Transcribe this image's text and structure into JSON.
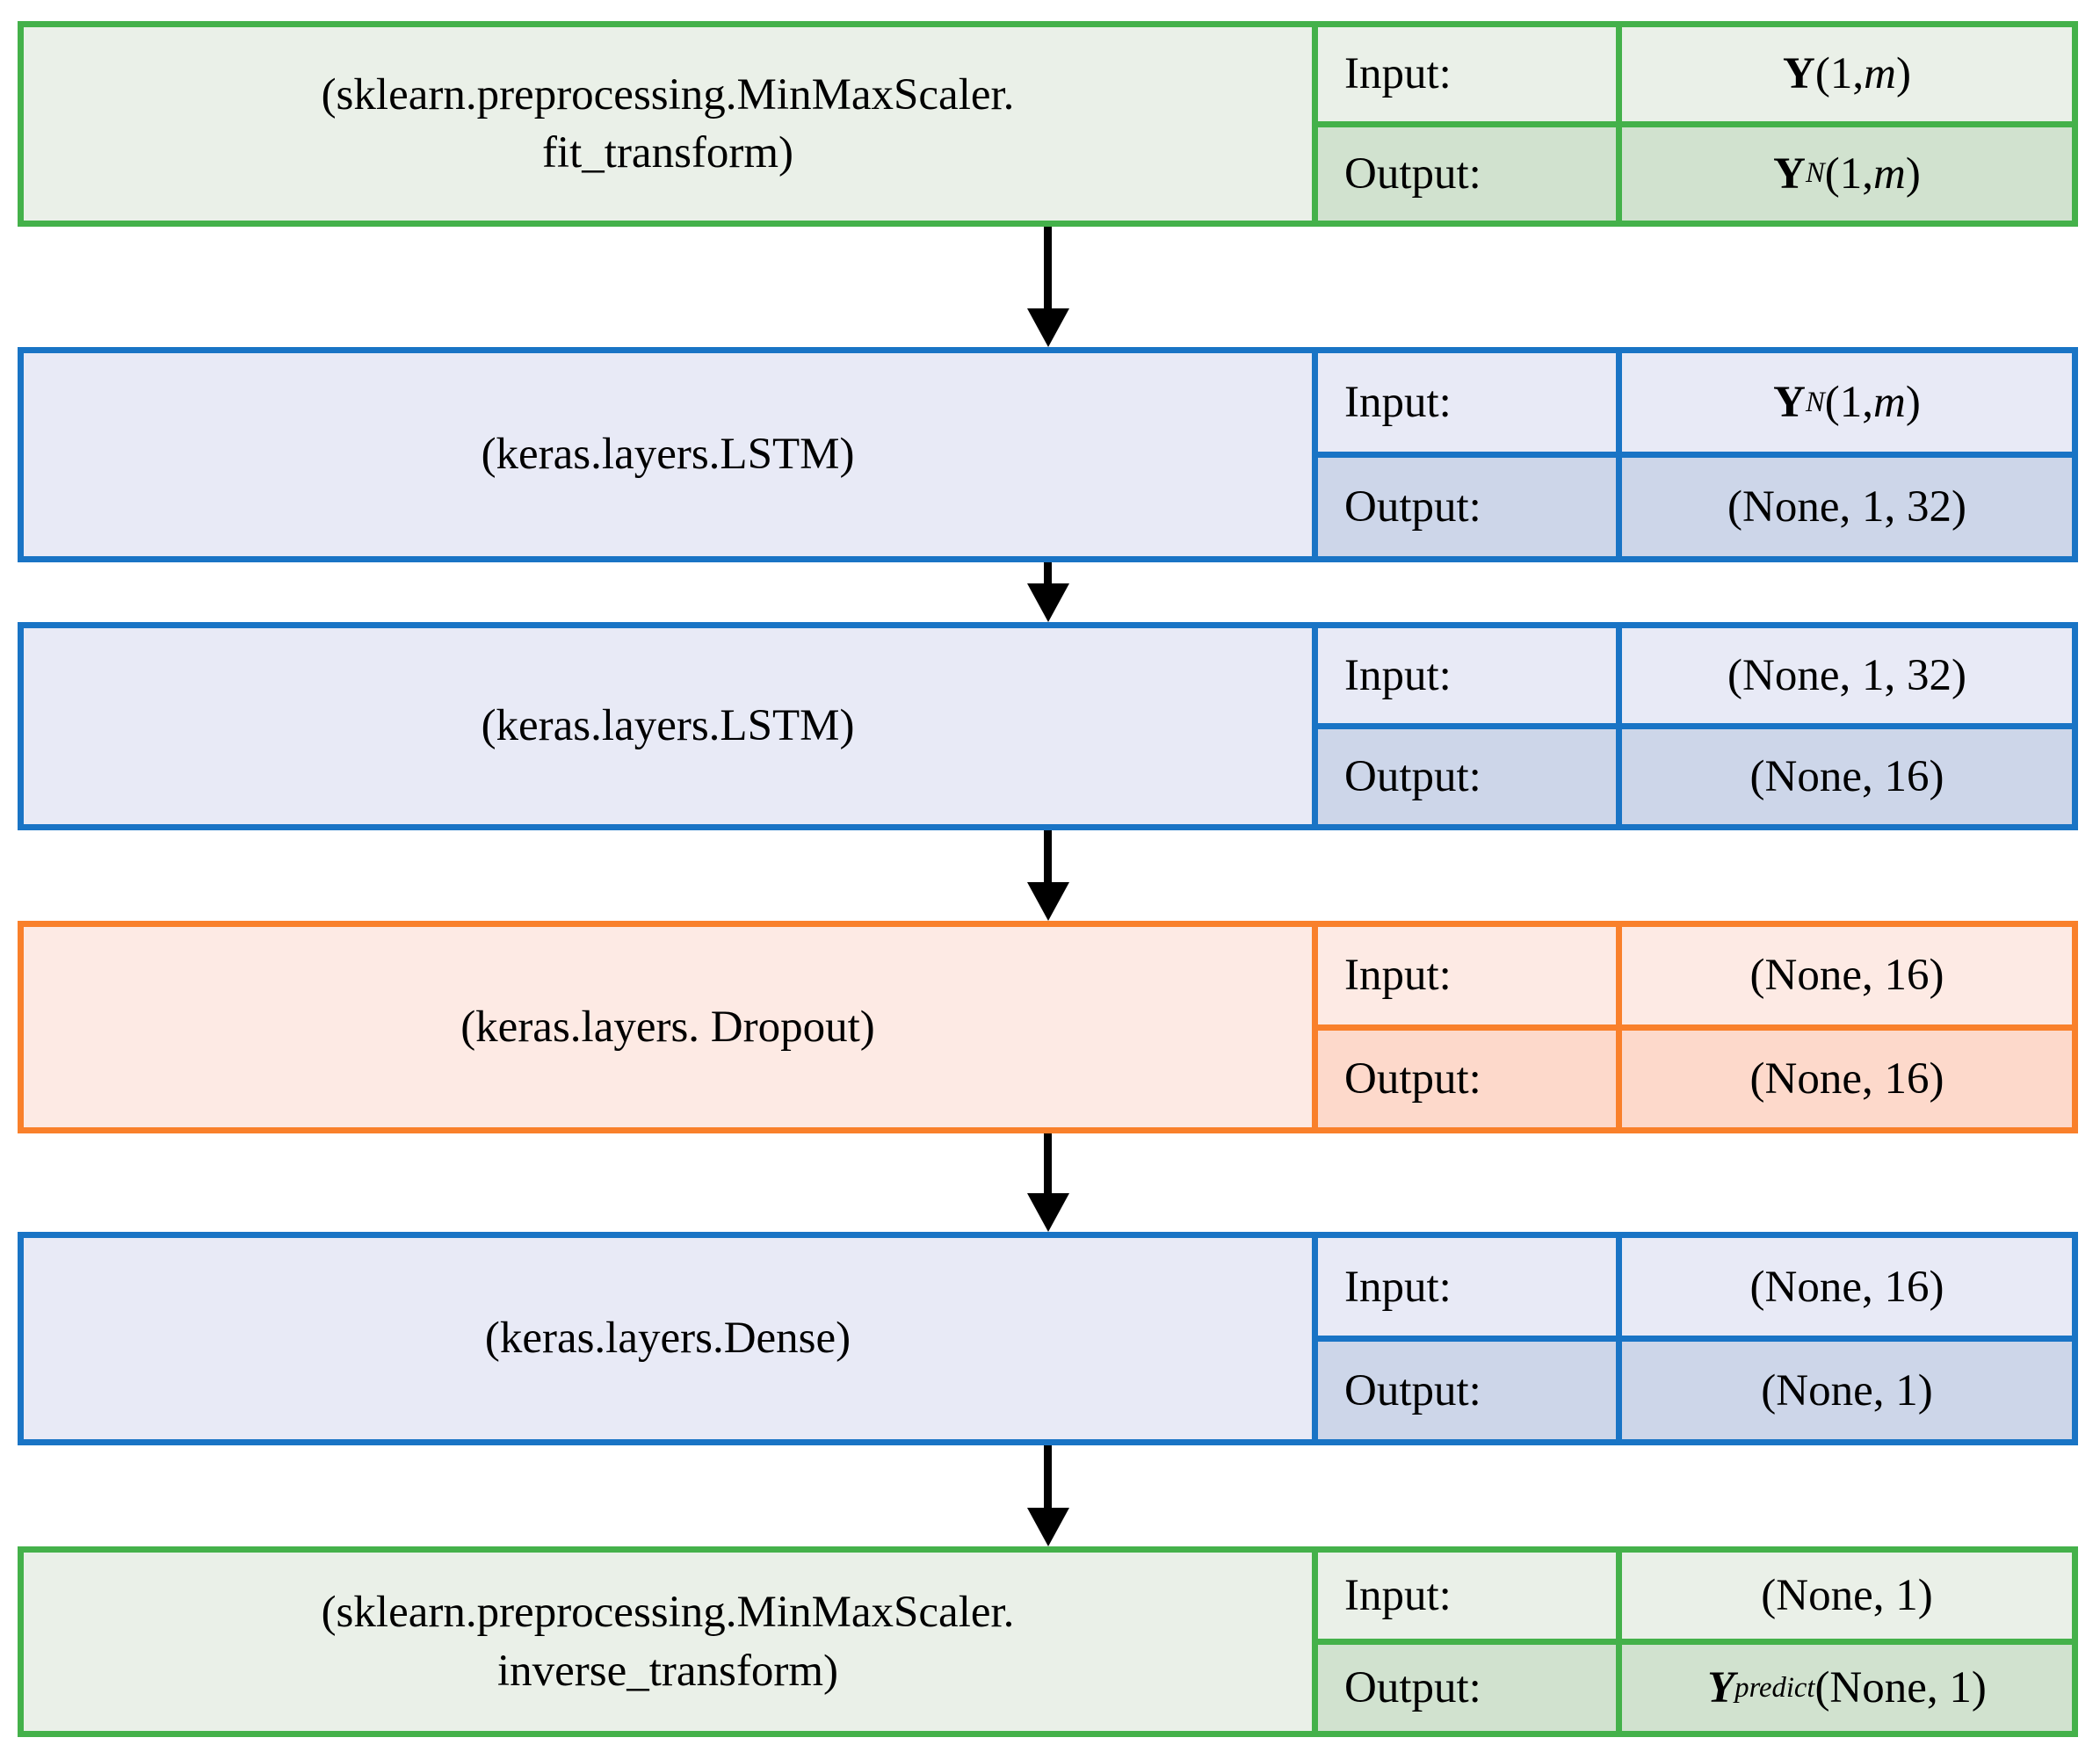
{
  "io": {
    "input_label": "Input:",
    "output_label": "Output:"
  },
  "colors": {
    "green": {
      "border": "#44b14a",
      "light": "#eaf0e8",
      "dark": "#d1e2cf"
    },
    "blue": {
      "border": "#1974c5",
      "light": "#e8eaf6",
      "dark": "#cdd6e9"
    },
    "orange": {
      "border": "#f9802b",
      "light": "#fdeae4",
      "dark": "#fdd9cb"
    }
  },
  "arrow_color": "#000000",
  "blocks": [
    {
      "theme": "green",
      "label": "(sklearn.preprocessing.MinMaxScaler.\nfit_transform)",
      "input": [
        {
          "t": "Y",
          "s": "b"
        },
        {
          "t": "(1, ",
          "s": "n"
        },
        {
          "t": "m",
          "s": "i"
        },
        {
          "t": ")",
          "s": "n"
        }
      ],
      "output": [
        {
          "t": "Y",
          "s": "b"
        },
        {
          "t": "N",
          "s": "subi"
        },
        {
          "t": "(1, ",
          "s": "n"
        },
        {
          "t": "m",
          "s": "i"
        },
        {
          "t": ")",
          "s": "n"
        }
      ]
    },
    {
      "theme": "blue",
      "label": "(keras.layers.LSTM)",
      "input": [
        {
          "t": "Y",
          "s": "b"
        },
        {
          "t": "N",
          "s": "subi"
        },
        {
          "t": "(1, ",
          "s": "n"
        },
        {
          "t": "m",
          "s": "i"
        },
        {
          "t": ")",
          "s": "n"
        }
      ],
      "output": [
        {
          "t": "(None, 1, 32)",
          "s": "n"
        }
      ]
    },
    {
      "theme": "blue",
      "label": "(keras.layers.LSTM)",
      "input": [
        {
          "t": "(None, 1, 32)",
          "s": "n"
        }
      ],
      "output": [
        {
          "t": "(None, 16)",
          "s": "n"
        }
      ]
    },
    {
      "theme": "orange",
      "label": "(keras.layers. Dropout)",
      "input": [
        {
          "t": "(None, 16)",
          "s": "n"
        }
      ],
      "output": [
        {
          "t": "(None, 16)",
          "s": "n"
        }
      ]
    },
    {
      "theme": "blue",
      "label": "(keras.layers.Dense)",
      "input": [
        {
          "t": "(None, 16)",
          "s": "n"
        }
      ],
      "output": [
        {
          "t": "(None, 1)",
          "s": "n"
        }
      ]
    },
    {
      "theme": "green",
      "label": "(sklearn.preprocessing.MinMaxScaler.\ninverse_transform)",
      "input": [
        {
          "t": "(None, 1)",
          "s": "n"
        }
      ],
      "output": [
        {
          "t": "Y",
          "s": "bi"
        },
        {
          "t": "predict",
          "s": "subi"
        },
        {
          "t": "(None, 1)",
          "s": "n"
        }
      ]
    }
  ]
}
